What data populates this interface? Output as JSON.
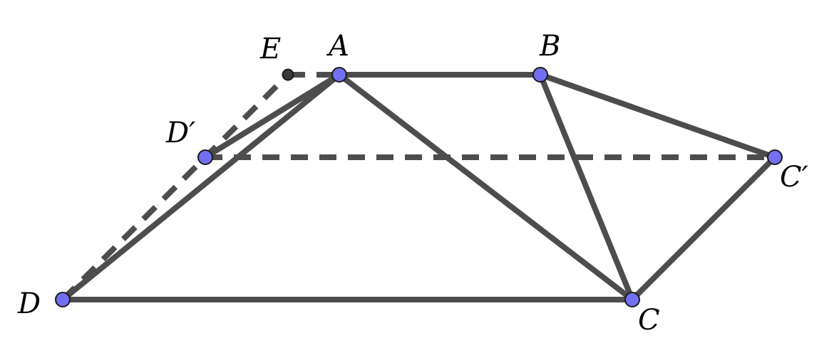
{
  "diagram": {
    "points": {
      "A": {
        "label": "A"
      },
      "B": {
        "label": "B"
      },
      "C": {
        "label": "C"
      },
      "D": {
        "label": "D"
      },
      "E": {
        "label": "E"
      },
      "Dp": {
        "label": "D′"
      },
      "Cp": {
        "label": "C′"
      }
    },
    "segments": [
      {
        "from": "D",
        "to": "C",
        "style": "solid"
      },
      {
        "from": "A",
        "to": "B",
        "style": "solid"
      },
      {
        "from": "D",
        "to": "A",
        "style": "solid"
      },
      {
        "from": "A",
        "to": "C",
        "style": "solid"
      },
      {
        "from": "B",
        "to": "C",
        "style": "solid"
      },
      {
        "from": "B",
        "to": "Cp",
        "style": "solid"
      },
      {
        "from": "Cp",
        "to": "C",
        "style": "solid"
      },
      {
        "from": "Dp",
        "to": "A",
        "style": "solid"
      },
      {
        "from": "D",
        "to": "E",
        "style": "dashed"
      },
      {
        "from": "E",
        "to": "A",
        "style": "dashed"
      },
      {
        "from": "Dp",
        "to": "Cp",
        "style": "dashed"
      }
    ],
    "colors": {
      "line": "#4d4d4d",
      "point_fill": "#7070f0",
      "point_fill_E": "#3a3a3a",
      "point_stroke": "#1a1a1a",
      "label": "#000000"
    }
  }
}
